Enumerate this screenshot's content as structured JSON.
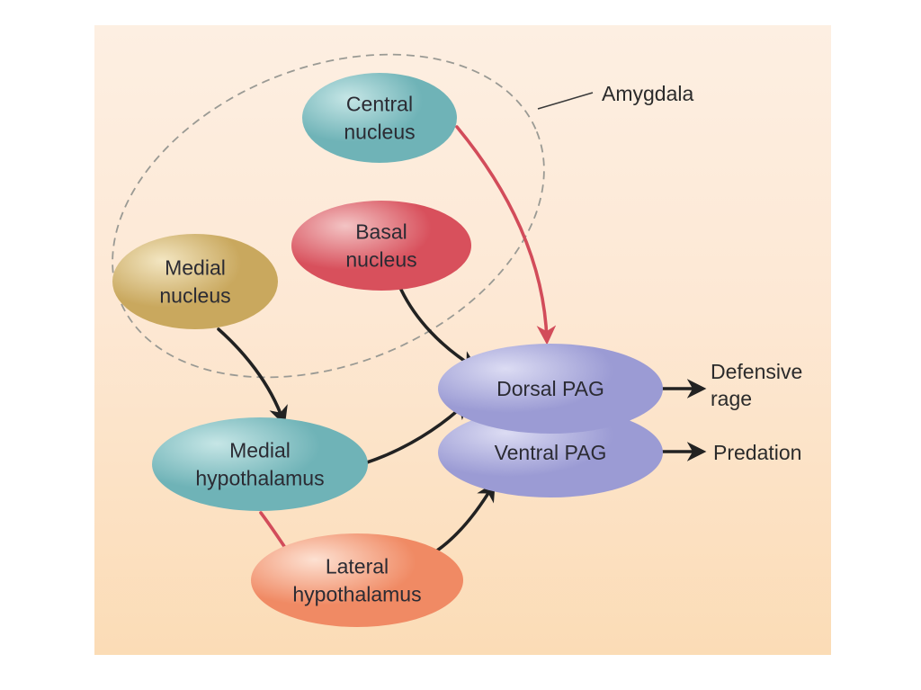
{
  "diagram": {
    "group": {
      "id": "amygdala",
      "label": "Amygdala"
    },
    "nodes": [
      {
        "id": "central",
        "lines": [
          "Central",
          "nucleus"
        ],
        "group": "amygdala",
        "color": "#6fb3b7",
        "highlight": "#c6e6e6"
      },
      {
        "id": "basal",
        "lines": [
          "Basal",
          "nucleus"
        ],
        "group": "amygdala",
        "color": "#d8505c",
        "highlight": "#f3c4c4"
      },
      {
        "id": "medial_nucleus",
        "lines": [
          "Medial",
          "nucleus"
        ],
        "group": "amygdala",
        "color": "#c9a85e",
        "highlight": "#f3e6c2"
      },
      {
        "id": "medial_hypothalamus",
        "lines": [
          "Medial",
          "hypothalamus"
        ],
        "color": "#6fb3b7",
        "highlight": "#c6e6e6"
      },
      {
        "id": "lateral_hypothalamus",
        "lines": [
          "Lateral",
          "hypothalamus"
        ],
        "color": "#f08a64",
        "highlight": "#fde1d2"
      },
      {
        "id": "ventral_pag",
        "lines": [
          "Ventral PAG"
        ],
        "color": "#9b9bd4",
        "highlight": "#dcdcf3"
      },
      {
        "id": "dorsal_pag",
        "lines": [
          "Dorsal PAG"
        ],
        "color": "#9b9bd4",
        "highlight": "#dcdcf3"
      }
    ],
    "outputs": [
      {
        "id": "defensive_rage",
        "lines": [
          "Defensive",
          "rage"
        ],
        "from": "dorsal_pag"
      },
      {
        "id": "predation",
        "lines": [
          "Predation"
        ],
        "from": "ventral_pag"
      }
    ],
    "edges": [
      {
        "from": "central",
        "to": "dorsal_pag",
        "type": "inhibitory",
        "color": "#d24c5a"
      },
      {
        "from": "basal",
        "to": "dorsal_pag",
        "type": "excitatory",
        "color": "#222222"
      },
      {
        "from": "medial_nucleus",
        "to": "medial_hypothalamus",
        "type": "excitatory",
        "color": "#222222"
      },
      {
        "from": "medial_hypothalamus",
        "to": "dorsal_pag",
        "type": "excitatory",
        "color": "#222222"
      },
      {
        "from": "medial_hypothalamus",
        "to": "lateral_hypothalamus",
        "type": "inhibitory",
        "color": "#d24c5a"
      },
      {
        "from": "lateral_hypothalamus",
        "to": "ventral_pag",
        "type": "excitatory",
        "color": "#222222"
      },
      {
        "from": "dorsal_pag",
        "to": "defensive_rage",
        "type": "output",
        "color": "#222222"
      },
      {
        "from": "ventral_pag",
        "to": "predation",
        "type": "output",
        "color": "#222222"
      }
    ]
  }
}
